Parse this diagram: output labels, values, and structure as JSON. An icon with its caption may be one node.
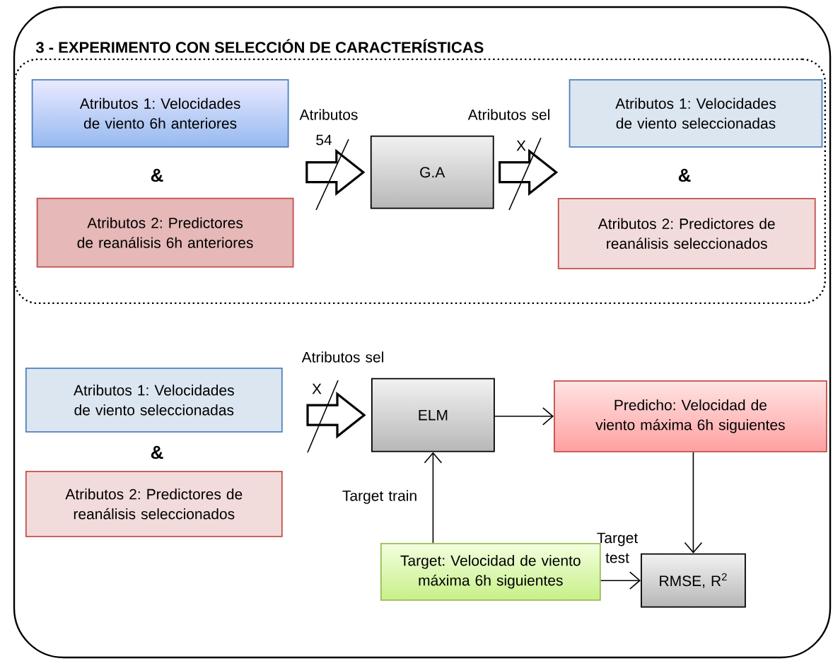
{
  "diagram": {
    "nodes": [
      {
        "text": [
          "3 - EXPERIMENTO CON SELECCIÓN DE CARACTERÍSTICAS"
        ]
      },
      {
        "text": [],
        "shape": "box",
        "in": 0
      },
      {
        "text": [
          "Atributos 1: Velocidades de viento 6h anteriores"
        ],
        "in": 1
      },
      {
        "text": [
          "Atributos 2: Predictores de reanálisis 6h anteriores"
        ],
        "in": 1
      },
      {
        "text": [
          "G.A"
        ],
        "in": 1
      },
      {
        "text": [
          "Atributos 1: Velocidades de viento seleccionadas"
        ],
        "in": 1
      },
      {
        "text": [
          "Atributos 2: Predictores de reanálisis seleccionados"
        ],
        "in": 1
      },
      {
        "text": [
          "Atributos 1: Velocidades de viento seleccionadas"
        ],
        "in": 0
      },
      {
        "text": [
          "Atributos 2: Predictores de reanálisis seleccionados"
        ],
        "in": 0
      },
      {
        "text": [
          "ELM"
        ],
        "in": 0
      },
      {
        "text": [
          "Predicho: Velocidad de viento máxima 6h siguientes"
        ],
        "in": 0
      },
      {
        "text": [
          "Target: Velocidad de viento máxima 6h siguientes"
        ],
        "in": 0
      },
      {
        "text": [
          "RMSE, R$^{2}$"
        ],
        "in": 0
      }
    ],
    "edges": [
      {
        "from": null,
        "to": 4,
        "arrow": "to",
        "label": "Atributos",
        "style": "thick"
      },
      {
        "from": 4,
        "to": null,
        "arrow": "to",
        "label": "Atributos sel",
        "style": "thick"
      },
      {
        "from": null,
        "to": 9,
        "arrow": "to",
        "label": "Atributos sel",
        "style": "thick"
      },
      {
        "from": 9,
        "to": 10,
        "arrow": "to"
      },
      {
        "from": 11,
        "to": 9,
        "arrow": "to",
        "label": "Target train"
      },
      {
        "from": 10,
        "to": 12,
        "arrow": "to"
      },
      {
        "from": 11,
        "to": 12,
        "arrow": "to",
        "label": "Target test"
      }
    ],
    "labels": [
      "54",
      "X",
      "&",
      "&",
      "X",
      "&"
    ]
  }
}
